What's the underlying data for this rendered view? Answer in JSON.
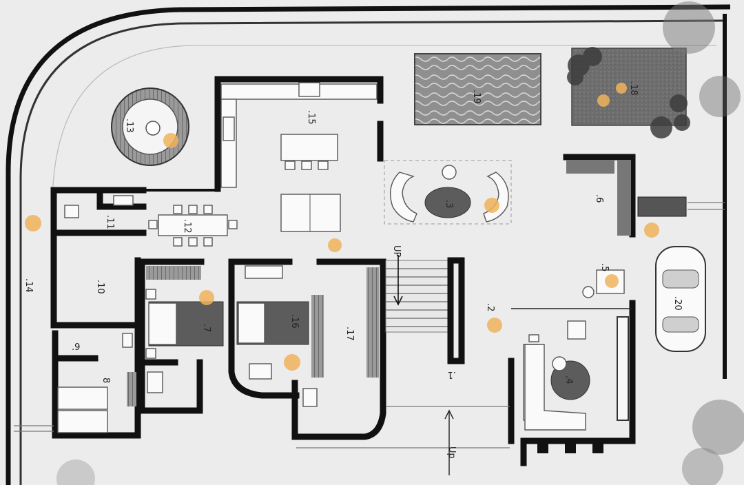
{
  "plan": {
    "labels": {
      "road": "Up",
      "stair": "UP",
      "r1": ".1",
      "r2": ".2",
      "r3": ".3",
      "r4": ".4",
      "r5": ".5",
      "r6": ".6",
      "r7": ".7",
      "r8": "8",
      "r9": ".9",
      "r10": ".10",
      "r11": ".11",
      "r12": ".12",
      "r13": ".13",
      "r14": ".14",
      "r15": ".15",
      "r16": ".16",
      "r17": ".17",
      "r18": ".18",
      "r19": ".19",
      "r20": ".20"
    }
  }
}
